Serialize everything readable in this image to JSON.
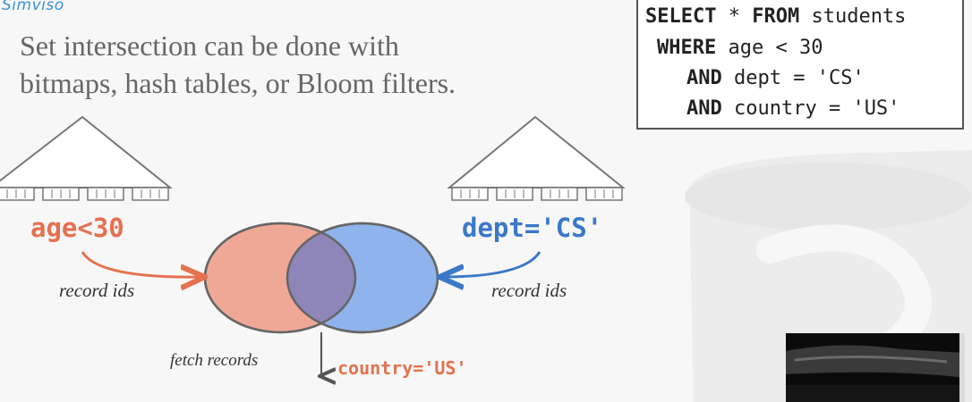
{
  "brand": "Simviso",
  "heading": {
    "line1": "Set intersection can be done with",
    "line2": "bitmaps, hash tables, or Bloom filters."
  },
  "sql": {
    "lines": [
      {
        "keyword": "SELECT",
        "rest": " * FROM students",
        "keyword2": "FROM"
      },
      {
        "keyword": "WHERE",
        "rest": " age < 30"
      },
      {
        "keyword": "AND",
        "rest": " dept = 'CS'"
      },
      {
        "keyword": "AND",
        "rest": " country = 'US'"
      }
    ]
  },
  "left_index": {
    "predicate": "age<30",
    "arrow_label": "record ids"
  },
  "right_index": {
    "predicate": "dept='CS'",
    "arrow_label": "record ids"
  },
  "fetch_label": "fetch records",
  "filter_predicate": "country='US'",
  "colors": {
    "red": "#e4714f",
    "blue": "#3a78c8",
    "red_fill": "#f0a896",
    "blue_fill": "#8fb3ec",
    "overlap_fill": "#8e86b8"
  },
  "icons": {
    "watermark": "database-cylinder-icon",
    "down_arrow": "arrow-down-icon"
  }
}
